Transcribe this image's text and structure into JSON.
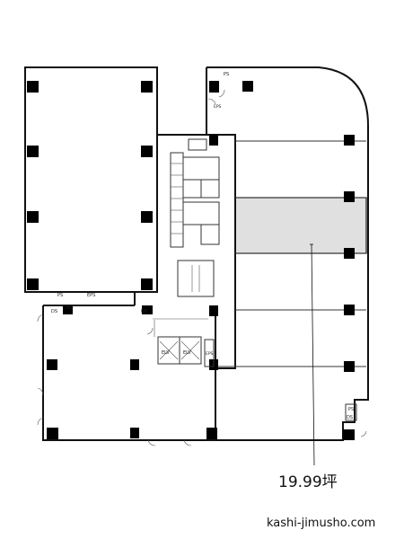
{
  "floorplan": {
    "highlighted_unit_area": "19.99坪",
    "watermark": "kashi-jimusho.com",
    "room_labels": {
      "ps_top": "PS",
      "eps_top": "EPS",
      "ps_left": "PS",
      "eps_left": "EPS",
      "ps_lower": "PS",
      "ds_left": "DS",
      "ds_mid": "DS",
      "elv_1": "ELV",
      "elv_2": "ELV",
      "eps_right": "EPS",
      "ps_bottom_right": "PS",
      "ds_bottom_right": "DS"
    },
    "colors": {
      "highlight": "#e0e0e0",
      "walls": "#111111"
    }
  }
}
